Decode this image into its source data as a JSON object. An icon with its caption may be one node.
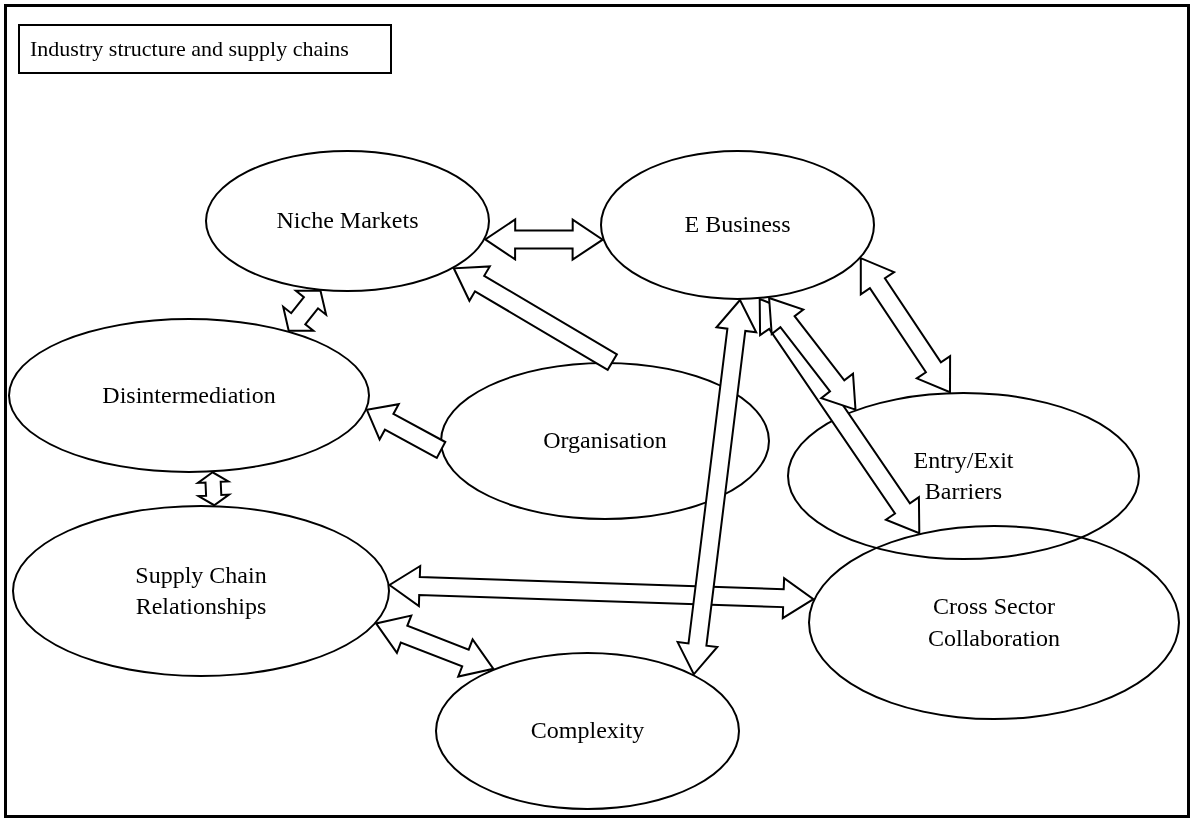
{
  "diagram": {
    "title": "Industry structure and supply chains",
    "nodes": [
      {
        "text": [
          "Niche Markets"
        ]
      },
      {
        "text": [
          "E Business"
        ]
      },
      {
        "text": [
          "Disintermediation"
        ]
      },
      {
        "text": [
          "Organisation"
        ]
      },
      {
        "text": [
          "Entry/Exit Barriers"
        ]
      },
      {
        "text": [
          "Supply Chain Relationships"
        ]
      },
      {
        "text": [
          "Complexity"
        ]
      },
      {
        "text": [
          "Cross Sector Collaboration"
        ]
      }
    ],
    "edges": [
      {
        "from": 0,
        "to": 1,
        "arrow": "both"
      },
      {
        "from": 0,
        "to": 2,
        "arrow": "both"
      },
      {
        "from": 3,
        "to": 0,
        "arrow": "to"
      },
      {
        "from": 3,
        "to": 2,
        "arrow": "to"
      },
      {
        "from": 2,
        "to": 5,
        "arrow": "both"
      },
      {
        "from": 5,
        "to": 6,
        "arrow": "both"
      },
      {
        "from": 5,
        "to": 7,
        "arrow": "both"
      },
      {
        "from": 1,
        "to": 6,
        "arrow": "both"
      },
      {
        "from": 1,
        "to": 7,
        "arrow": "both"
      },
      {
        "from": 1,
        "to": 4,
        "arrow": "both"
      },
      {
        "from": 1,
        "to": 4,
        "arrow": "both"
      }
    ]
  }
}
